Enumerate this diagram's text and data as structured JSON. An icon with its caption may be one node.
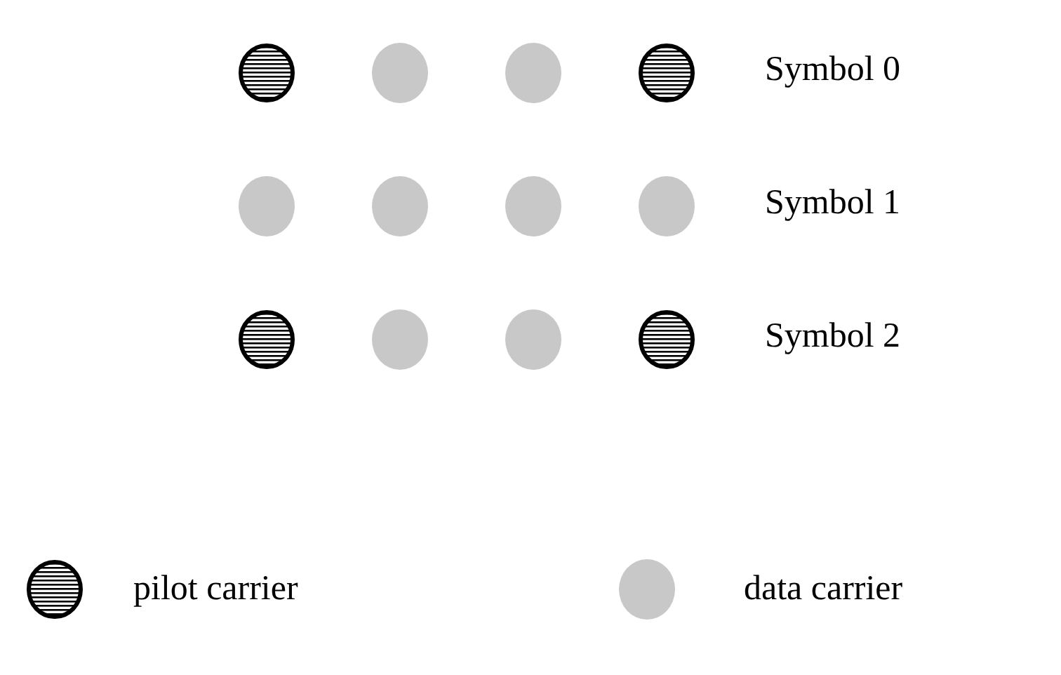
{
  "diagram": {
    "nodes": [
      {
        "text": [],
        "shape": "circle"
      },
      {
        "text": [],
        "shape": "circle"
      },
      {
        "text": [],
        "shape": "circle"
      },
      {
        "text": [],
        "shape": "circle"
      },
      {
        "text": [],
        "shape": "circle"
      },
      {
        "text": [],
        "shape": "circle"
      },
      {
        "text": [],
        "shape": "circle"
      },
      {
        "text": [],
        "shape": "circle"
      },
      {
        "text": [],
        "shape": "circle"
      },
      {
        "text": [],
        "shape": "circle"
      },
      {
        "text": [],
        "shape": "circle"
      },
      {
        "text": [],
        "shape": "circle"
      }
    ],
    "labels": [
      "Symbol 0",
      "Symbol 1",
      "Symbol 2"
    ],
    "legend": [
      {
        "text": "pilot carrier"
      },
      {
        "text": "data carrier",
        "color": "#c8c8c8"
      }
    ]
  }
}
